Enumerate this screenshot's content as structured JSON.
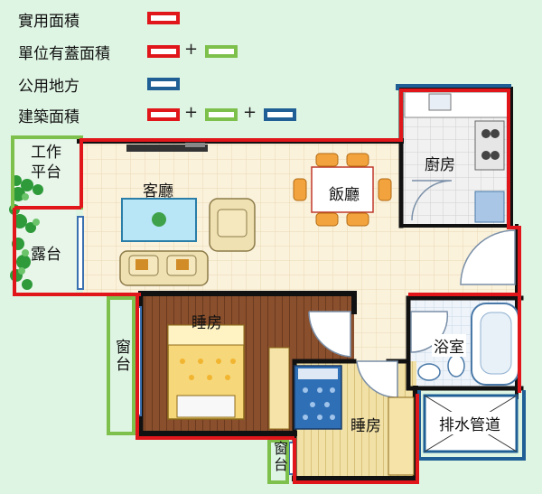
{
  "legend": [
    {
      "label": "實用面積",
      "boxes": [
        "#e0161b"
      ]
    },
    {
      "label": "單位有蓋面積",
      "boxes": [
        "#e0161b",
        "#7dc04b"
      ]
    },
    {
      "label": "公用地方",
      "boxes": [
        "#1f5f95"
      ]
    },
    {
      "label": "建築面積",
      "boxes": [
        "#e0161b",
        "#7dc04b",
        "#1f5f95"
      ]
    }
  ],
  "plus_sign": "+",
  "colors": {
    "practical_area": "#e0161b",
    "covered_area": "#7dc04b",
    "common_area": "#1f5f95",
    "wall": "#111111",
    "floor_tile": "#fbf2dc",
    "bedroom_floor": "#8a4f2c",
    "background": "#dff5e4"
  },
  "rooms": {
    "work_platform": "工作平台",
    "living_room": "客廳",
    "dining_room": "飯廳",
    "kitchen": "廚房",
    "balcony": "露台",
    "bedroom_master": "睡房",
    "bedroom_small": "睡房",
    "bathroom": "浴室",
    "window_sill_left": "窗台",
    "window_sill_bottom": "窗台",
    "drainage": "排水管道"
  }
}
